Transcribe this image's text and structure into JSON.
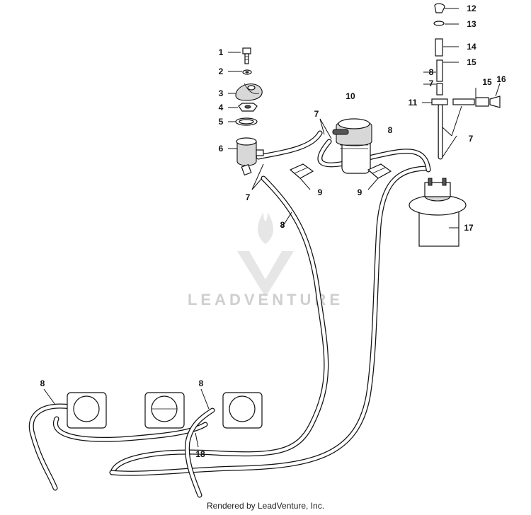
{
  "watermark": {
    "brand": "LEADVENTURE"
  },
  "footer": {
    "credit": "Rendered by LeadVenture, Inc."
  },
  "callouts": [
    {
      "id": "c1",
      "label": "1"
    },
    {
      "id": "c2",
      "label": "2"
    },
    {
      "id": "c3",
      "label": "3"
    },
    {
      "id": "c4",
      "label": "4"
    },
    {
      "id": "c5",
      "label": "5"
    },
    {
      "id": "c6",
      "label": "6"
    },
    {
      "id": "c7a",
      "label": "7"
    },
    {
      "id": "c7b",
      "label": "7"
    },
    {
      "id": "c7c",
      "label": "7"
    },
    {
      "id": "c7d",
      "label": "7"
    },
    {
      "id": "c8a",
      "label": "8"
    },
    {
      "id": "c8b",
      "label": "8"
    },
    {
      "id": "c8c",
      "label": "8"
    },
    {
      "id": "c8d",
      "label": "8"
    },
    {
      "id": "c8e",
      "label": "8"
    },
    {
      "id": "c9a",
      "label": "9"
    },
    {
      "id": "c9b",
      "label": "9"
    },
    {
      "id": "c10",
      "label": "10"
    },
    {
      "id": "c11",
      "label": "11"
    },
    {
      "id": "c12",
      "label": "12"
    },
    {
      "id": "c13",
      "label": "13"
    },
    {
      "id": "c14",
      "label": "14"
    },
    {
      "id": "c15a",
      "label": "15"
    },
    {
      "id": "c15b",
      "label": "15"
    },
    {
      "id": "c16",
      "label": "16"
    },
    {
      "id": "c17",
      "label": "17"
    },
    {
      "id": "c18",
      "label": "18"
    }
  ]
}
